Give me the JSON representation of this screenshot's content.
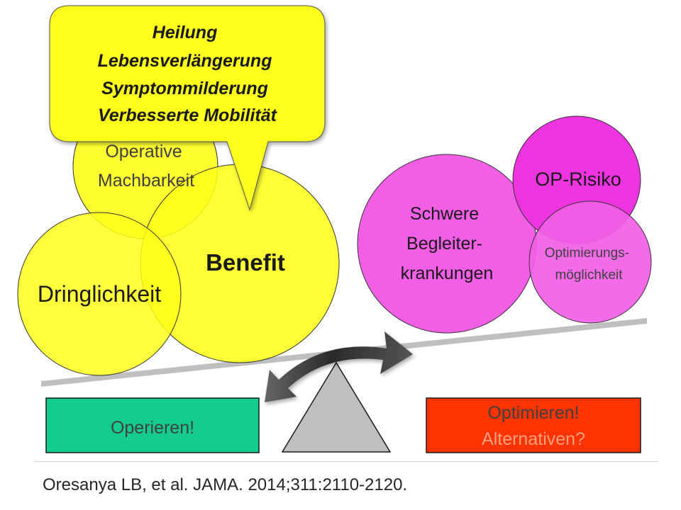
{
  "callout": {
    "lines": [
      "Heilung",
      "Lebensverlängerung",
      "Symptommilderung",
      "Verbesserte Mobilität"
    ]
  },
  "left_side": {
    "benefit": "Benefit",
    "operative_lines": [
      "Operative",
      "Machbarkeit"
    ],
    "urgency": "Dringlichkeit"
  },
  "right_side": {
    "comorbidity_lines": [
      "Schwere",
      "Begleiter-",
      "krankungen"
    ],
    "op_risk": "OP-Risiko",
    "optimization_lines": [
      "Optimierungs-",
      "möglichkeit"
    ]
  },
  "boxes": {
    "operate": "Operieren!",
    "optimize": "Optimieren!",
    "alternatives": "Alternativen?"
  },
  "citation": "Oresanya LB, et al. JAMA. 2014;311:2110-2120.",
  "colors": {
    "yellow": "#ffff1a",
    "magenta": "#f25ee6",
    "magenta_dark": "#ee33e0",
    "green": "#14cc8f",
    "red_orange": "#ff3300",
    "gray": "#bfbfbf"
  }
}
